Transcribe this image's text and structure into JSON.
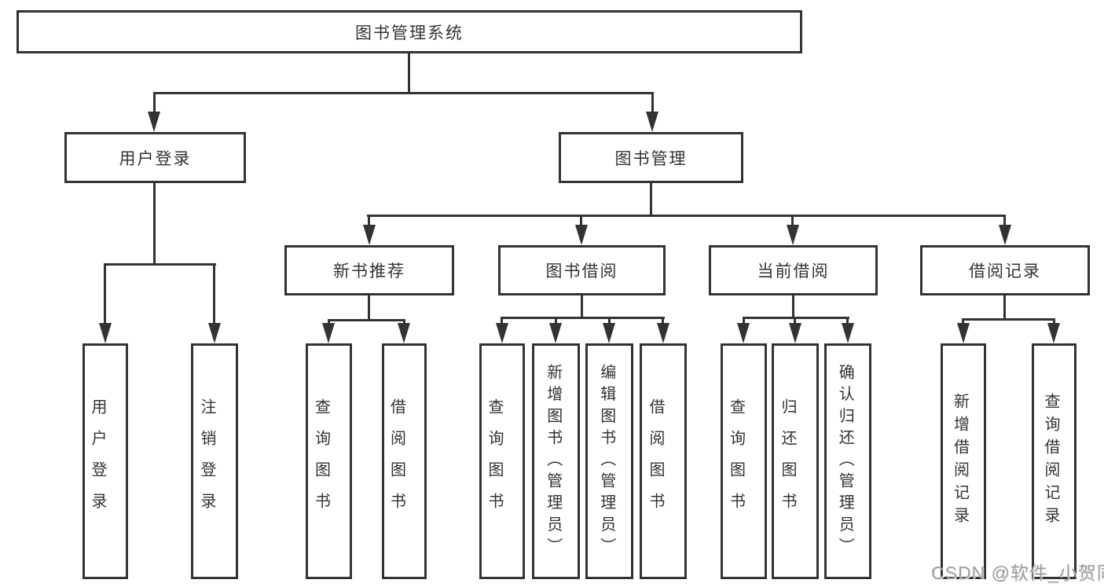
{
  "colors": {
    "line": "#333333",
    "text": "#333333",
    "watermark": "#9e9e9e",
    "bg": "#ffffff"
  },
  "diagram_type": "hierarchy-tree",
  "tree": {
    "root": {
      "label": "图书管理系统"
    },
    "children": [
      {
        "label": "用户登录",
        "children": [
          {
            "label": "用户登录"
          },
          {
            "label": "注销登录"
          }
        ]
      },
      {
        "label": "图书管理",
        "children": [
          {
            "label": "新书推荐",
            "children": [
              {
                "label": "查询图书"
              },
              {
                "label": "借阅图书"
              }
            ]
          },
          {
            "label": "图书借阅",
            "children": [
              {
                "label": "查询图书"
              },
              {
                "label": "新增图书（管理员）"
              },
              {
                "label": "编辑图书（管理员）"
              },
              {
                "label": "借阅图书"
              }
            ]
          },
          {
            "label": "当前借阅",
            "children": [
              {
                "label": "查询图书"
              },
              {
                "label": "归还图书"
              },
              {
                "label": "确认归还（管理员）"
              }
            ]
          },
          {
            "label": "借阅记录",
            "children": [
              {
                "label": "新增借阅记录"
              },
              {
                "label": "查询借阅记录"
              }
            ]
          }
        ]
      }
    ]
  },
  "watermark": {
    "text": "CSDN @软件_小贺同学"
  }
}
